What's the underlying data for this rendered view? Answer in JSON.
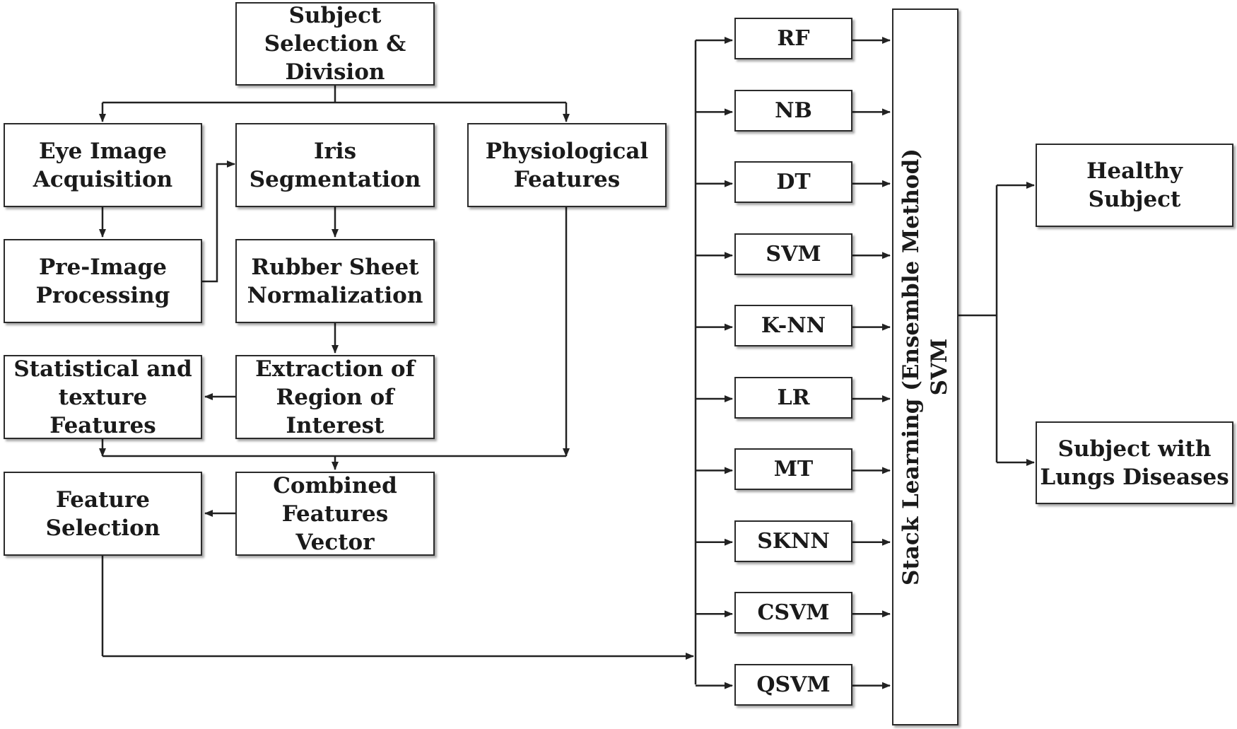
{
  "nodes": {
    "subject": "Subject\nSelection &\nDivision",
    "eye": "Eye Image\nAcquisition",
    "iris": "Iris\nSegmentation",
    "physio": "Physiological\nFeatures",
    "preimg": "Pre-Image\nProcessing",
    "rubber": "Rubber Sheet\nNormalization",
    "stat": "Statistical and\ntexture\nFeatures",
    "roi": "Extraction of\nRegion of\nInterest",
    "featsel": "Feature\nSelection",
    "combined": "Combined\nFeatures\nVector",
    "healthy": "Healthy\nSubject",
    "disease": "Subject with\nLungs Diseases"
  },
  "classifiers": [
    "RF",
    "NB",
    "DT",
    "SVM",
    "K-NN",
    "LR",
    "MT",
    "SKNN",
    "CSVM",
    "QSVM"
  ],
  "stack": {
    "line1": "Stack Learning (Ensemble Method)",
    "line2": "SVM"
  }
}
